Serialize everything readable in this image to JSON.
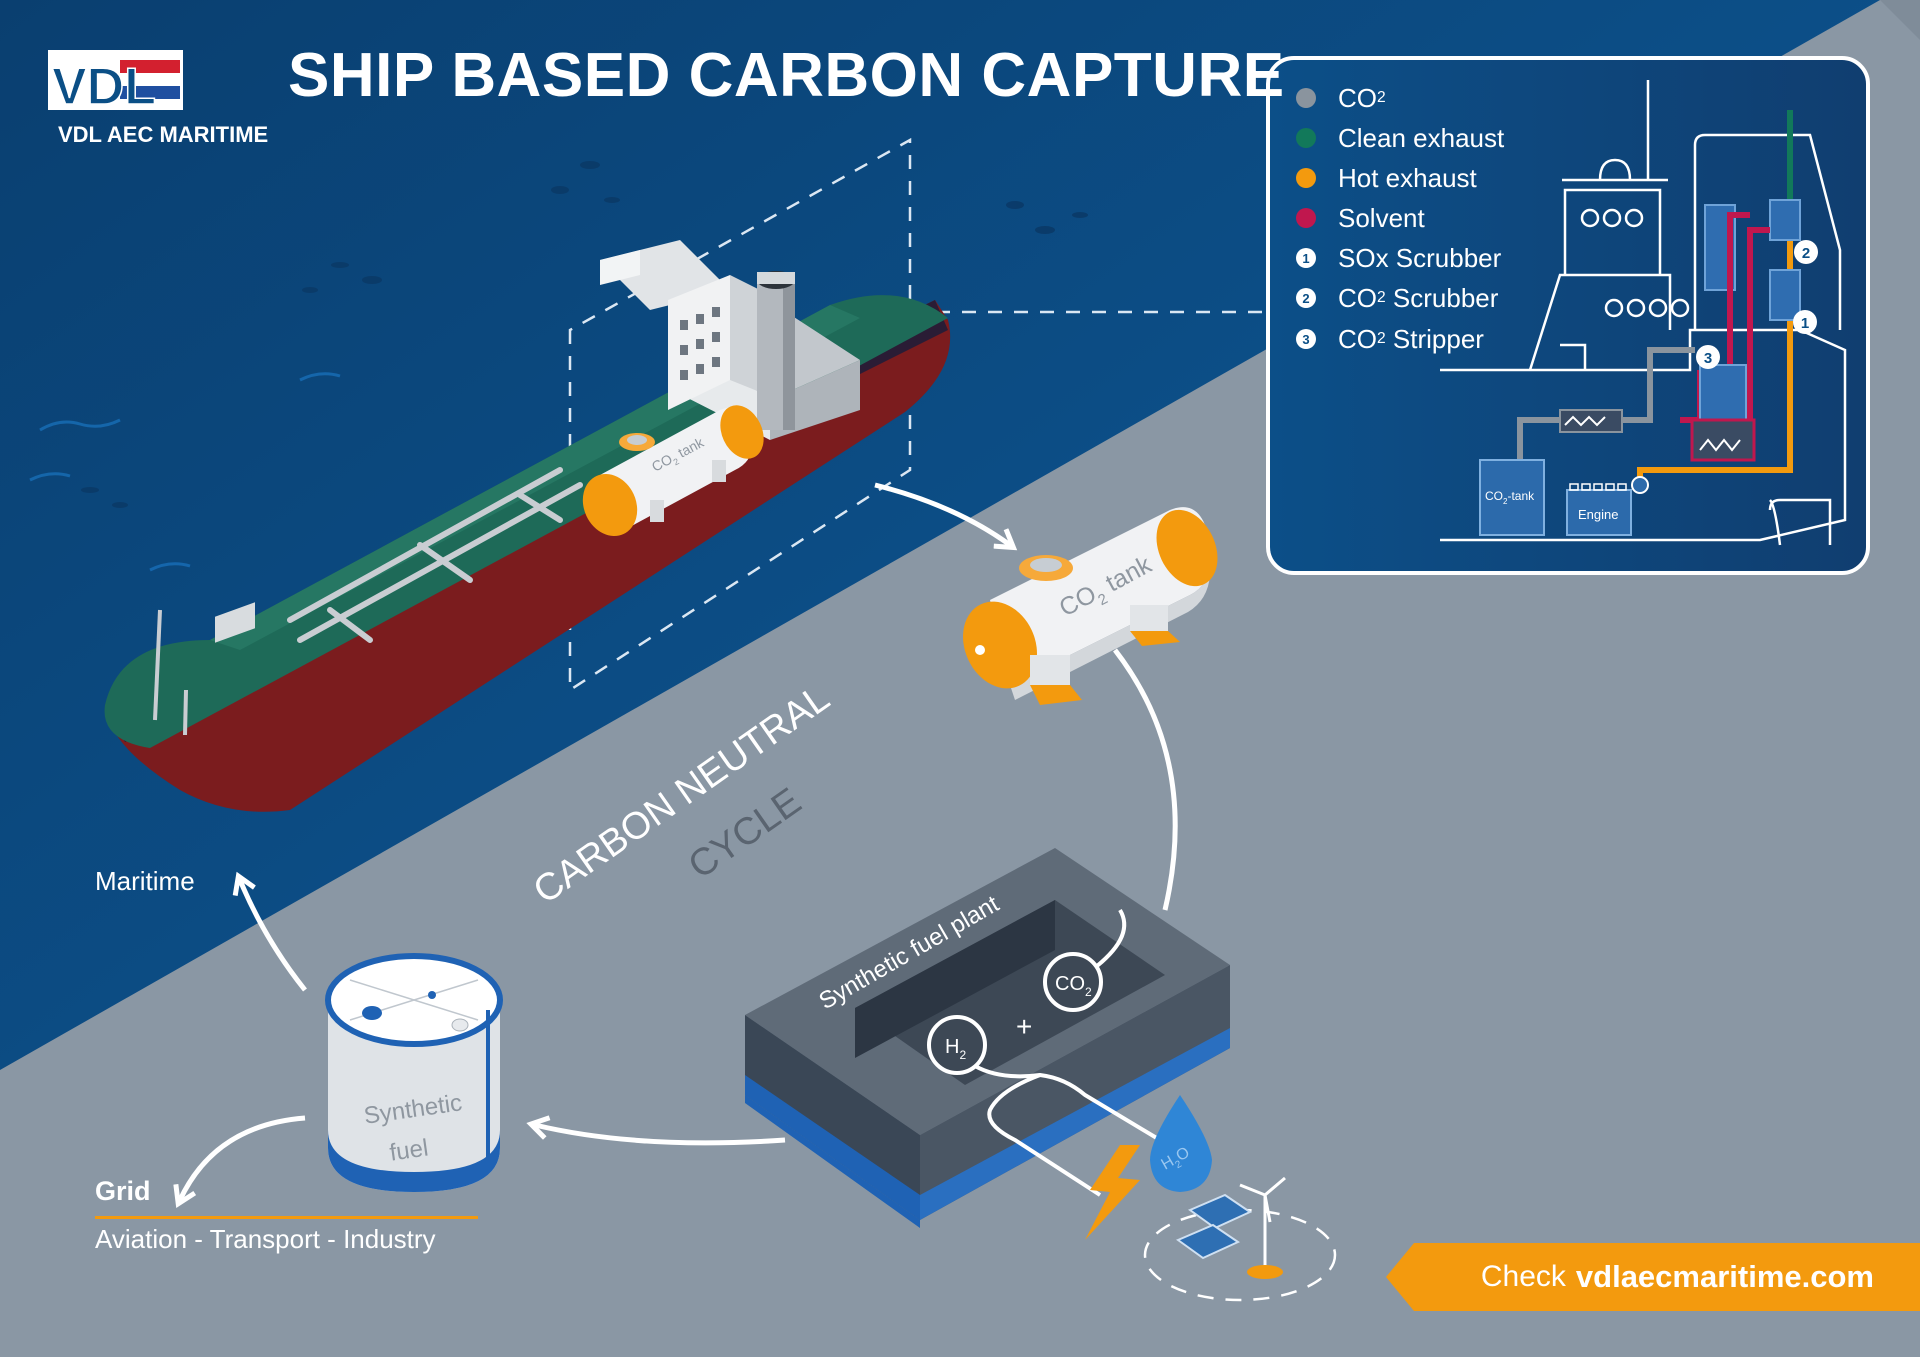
{
  "title": "SHIP BASED CARBON CAPTURE",
  "brand": {
    "logo_text": "VDL",
    "name": "VDL AEC MARITIME"
  },
  "legend": {
    "items": [
      {
        "label": "CO",
        "sub": "2",
        "color": "#8a949e"
      },
      {
        "label": "Clean exhaust",
        "sub": "",
        "color": "#12795a"
      },
      {
        "label": "Hot exhaust",
        "sub": "",
        "color": "#f39a0e"
      },
      {
        "label": "Solvent",
        "sub": "",
        "color": "#c0174e"
      }
    ],
    "components": [
      {
        "number": "1",
        "label": "SOx Scrubber",
        "sub": "",
        "suffix": ""
      },
      {
        "number": "2",
        "label": "CO",
        "sub": "2",
        "suffix": " Scrubber"
      },
      {
        "number": "3",
        "label": "CO",
        "sub": "2",
        "suffix": " Stripper"
      }
    ]
  },
  "schematic": {
    "co2_tank": "CO",
    "co2_tank_sub": "2",
    "co2_tank_suffix": "-tank",
    "engine": "Engine",
    "markers": [
      "1",
      "2",
      "3"
    ]
  },
  "ship": {
    "tank_label": "CO",
    "tank_sub": "2",
    "tank_suffix": " tank"
  },
  "shore_tank": {
    "label": "CO",
    "sub": "2",
    "suffix": " tank"
  },
  "cycle": {
    "line1": "CARBON NEUTRAL",
    "line2": "CYCLE"
  },
  "plant": {
    "label": "Synthetic fuel plant",
    "co2": "CO",
    "co2_sub": "2",
    "h2": "H",
    "h2_sub": "2",
    "plus": "+",
    "water": "H",
    "water_sub": "2",
    "water_suffix": "O"
  },
  "storage": {
    "line1": "Synthetic",
    "line2": "fuel"
  },
  "outputs": {
    "maritime": "Maritime",
    "grid": "Grid",
    "grid_sub": "Aviation - Transport - Industry"
  },
  "cta": {
    "prefix": "Check",
    "url": "vdlaecmaritime.com"
  },
  "colors": {
    "sea": "#0b4f86",
    "shore": "#8a97a4",
    "accent": "#f39a0e",
    "deck": "#1e6a58",
    "hull": "#7b1c1e"
  }
}
